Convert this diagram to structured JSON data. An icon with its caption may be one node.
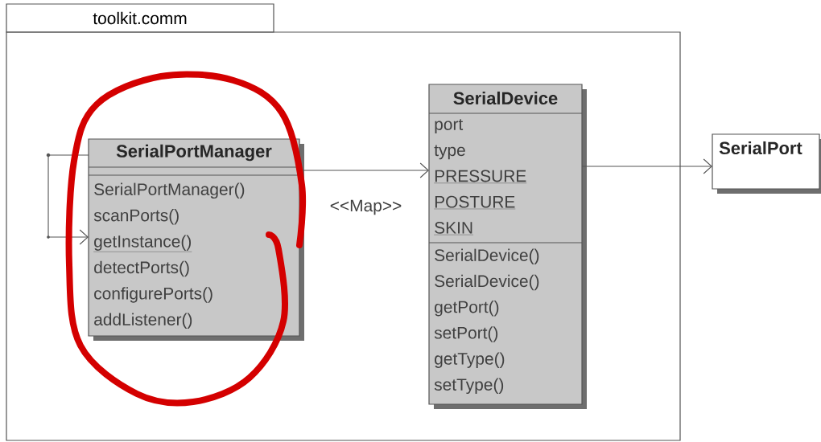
{
  "diagram": {
    "nodes": [
      {
        "text": [
          "toolkit.comm"
        ]
      },
      {
        "text": [
          "SerialPortManager",
          "SerialPortManager()",
          "scanPorts()",
          "getInstance()",
          "detectPorts()",
          "configurePorts()",
          "addListener()"
        ],
        "in": 0
      },
      {
        "text": [
          "SerialDevice",
          "port",
          "type",
          "PRESSURE",
          "POSTURE",
          "SKIN",
          "SerialDevice()",
          "SerialDevice()",
          "getPort()",
          "setPort()",
          "getType()",
          "setType()"
        ],
        "in": 0
      },
      {
        "text": [
          "SerialPort"
        ]
      }
    ],
    "edges": [
      {
        "from": 1,
        "to": 1,
        "arrow": "to"
      },
      {
        "from": 1,
        "to": 2,
        "arrow": "to",
        "label": "<<Map>>"
      },
      {
        "from": 2,
        "to": 3,
        "arrow": "to"
      }
    ]
  }
}
